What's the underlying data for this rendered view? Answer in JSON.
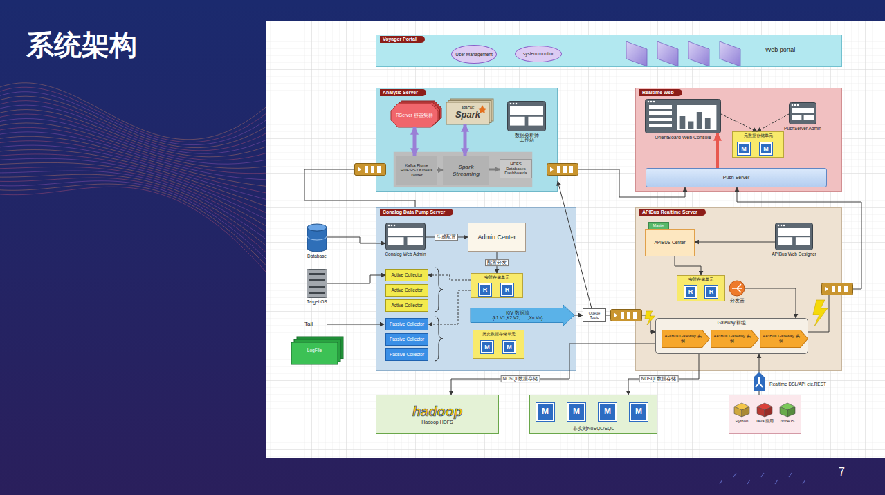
{
  "diagram": {
    "title": "系统架构",
    "nodes": [
      {
        "text": [
          "Voyager Portal",
          "Web portal"
        ]
      },
      {
        "text": [
          "User Management"
        ],
        "in": 0
      },
      {
        "text": [
          "system monitor"
        ],
        "in": 0
      },
      {
        "text": [
          "Analytic Server"
        ]
      },
      {
        "text": [
          "RServer 容器集群"
        ],
        "in": 3
      },
      {
        "text": [
          "APACHE",
          "Spark"
        ],
        "in": 3
      },
      {
        "text": [
          "数据分析师 工作站"
        ],
        "in": 3
      },
      {
        "text": [
          "Kafka Flume HDFS/S3 Kinesis Twitter"
        ],
        "in": 3
      },
      {
        "text": [
          "Spark Streaming"
        ],
        "in": 3
      },
      {
        "text": [
          "HDFS Databases Dashboards"
        ],
        "in": 3
      },
      {
        "text": [
          "Realtime Web"
        ]
      },
      {
        "text": [
          "OrientBoard Web Console"
        ],
        "in": 10
      },
      {
        "text": [
          "PushServer Admin"
        ],
        "in": 10
      },
      {
        "text": [
          "元数据存储单元"
        ],
        "in": 10
      },
      {
        "text": [
          "Push Server"
        ],
        "in": 10
      },
      {
        "text": [
          "Conalog Data Pump Server"
        ]
      },
      {
        "text": [
          "Conalog Web Admin"
        ],
        "in": 15
      },
      {
        "text": [
          "Admin Center"
        ],
        "in": 15
      },
      {
        "text": [
          "实时存储单元"
        ],
        "in": 15
      },
      {
        "text": [
          "Active Collector"
        ],
        "in": 15
      },
      {
        "text": [
          "Active Collector"
        ],
        "in": 15
      },
      {
        "text": [
          "Active Collector"
        ],
        "in": 15
      },
      {
        "text": [
          "Passive Collector"
        ],
        "in": 15
      },
      {
        "text": [
          "Passive Collector"
        ],
        "in": 15
      },
      {
        "text": [
          "Passive Collector"
        ],
        "in": 15
      },
      {
        "text": [
          "K/V 数据流 {k1:V1,K2:V2,......,Xn:Vn}"
        ],
        "in": 15
      },
      {
        "text": [
          "历史数据存储单元"
        ],
        "in": 15
      },
      {
        "text": [
          "Database"
        ]
      },
      {
        "text": [
          "Target OS"
        ]
      },
      {
        "text": [
          "LogFile"
        ]
      },
      {
        "text": [
          "Queue Topic"
        ]
      },
      {
        "text": [
          "APIBus Realtime Server"
        ]
      },
      {
        "text": [
          "Master"
        ],
        "in": 31
      },
      {
        "text": [
          "APIBUS Center"
        ],
        "in": 31
      },
      {
        "text": [
          "APIBus Web Designer"
        ],
        "in": 31
      },
      {
        "text": [
          "实时存储单元"
        ],
        "in": 31
      },
      {
        "text": [
          "分发器"
        ],
        "in": 31
      },
      {
        "text": [
          "Gateway 群组"
        ],
        "in": 31
      },
      {
        "text": [
          "APIBus Gateway 实例"
        ],
        "in": 37
      },
      {
        "text": [
          "APIBus Gateway 实例"
        ],
        "in": 37
      },
      {
        "text": [
          "APIBus Gateway 实例"
        ],
        "in": 37
      },
      {
        "text": [
          "hadoop",
          "Hadoop HDFS"
        ]
      },
      {
        "text": [
          "非实时NoSQL/SQL"
        ]
      },
      {
        "text": [
          "Realtime DSL/API etc.REST"
        ]
      },
      {
        "text": [
          "Python"
        ],
        "in": 43
      },
      {
        "text": [
          "Java 应用"
        ],
        "in": 43
      },
      {
        "text": [
          "nodeJS"
        ],
        "in": 43
      },
      {
        "text": [
          "M"
        ],
        "in": 13
      },
      {
        "text": [
          "M"
        ],
        "in": 13
      },
      {
        "text": [
          "R"
        ],
        "in": 18
      },
      {
        "text": [
          "R"
        ],
        "in": 18
      },
      {
        "text": [
          "M"
        ],
        "in": 26
      },
      {
        "text": [
          "M"
        ],
        "in": 26
      },
      {
        "text": [
          "R"
        ],
        "in": 35
      },
      {
        "text": [
          "R"
        ],
        "in": 35
      },
      {
        "text": [
          "M"
        ],
        "in": 42
      },
      {
        "text": [
          "M"
        ],
        "in": 42
      },
      {
        "text": [
          "M"
        ],
        "in": 42
      },
      {
        "text": [
          "M"
        ],
        "in": 42
      }
    ],
    "edges": [
      {
        "from": 4,
        "to": 7,
        "arrow": "both"
      },
      {
        "from": 5,
        "to": 8,
        "arrow": "both"
      },
      {
        "from": 7,
        "to": 8,
        "arrow": "to"
      },
      {
        "from": 8,
        "to": 9,
        "arrow": "to"
      },
      {
        "from": 14,
        "to": 11,
        "arrow": "to"
      },
      {
        "from": 11,
        "to": 13,
        "arrow": "to"
      },
      {
        "from": 12,
        "to": 13,
        "arrow": "to"
      },
      {
        "from": 27,
        "to": 16,
        "arrow": "to"
      },
      {
        "from": 28,
        "to": 19,
        "arrow": "to"
      },
      {
        "from": 16,
        "to": 17,
        "label": "生成配置",
        "arrow": "to"
      },
      {
        "from": 17,
        "to": 18,
        "label": "配置分发",
        "arrow": "to"
      },
      {
        "from": 18,
        "to": 19,
        "arrow": "to"
      },
      {
        "from": 18,
        "to": 22,
        "arrow": "to"
      },
      {
        "from": 25,
        "to": 30,
        "arrow": "to"
      },
      {
        "from": 30,
        "to": 37,
        "arrow": "to"
      },
      {
        "from": 30,
        "to": 3,
        "arrow": "to"
      },
      {
        "from": 15,
        "to": 3,
        "arrow": "to"
      },
      {
        "from": 3,
        "to": 14,
        "arrow": "to"
      },
      {
        "from": 34,
        "to": 33,
        "arrow": "to"
      },
      {
        "from": 33,
        "to": 35,
        "arrow": "to"
      },
      {
        "from": 36,
        "to": 37,
        "arrow": "to"
      },
      {
        "from": 37,
        "to": 14,
        "arrow": "to"
      },
      {
        "from": 37,
        "to": 41,
        "label": "NOSQL数据存储",
        "arrow": "to"
      },
      {
        "from": 37,
        "to": 42,
        "label": "NOSQL数据存储",
        "arrow": "to"
      },
      {
        "from": 43,
        "to": 37,
        "arrow": "to"
      }
    ],
    "labels": [
      "Tail",
      "7"
    ]
  }
}
